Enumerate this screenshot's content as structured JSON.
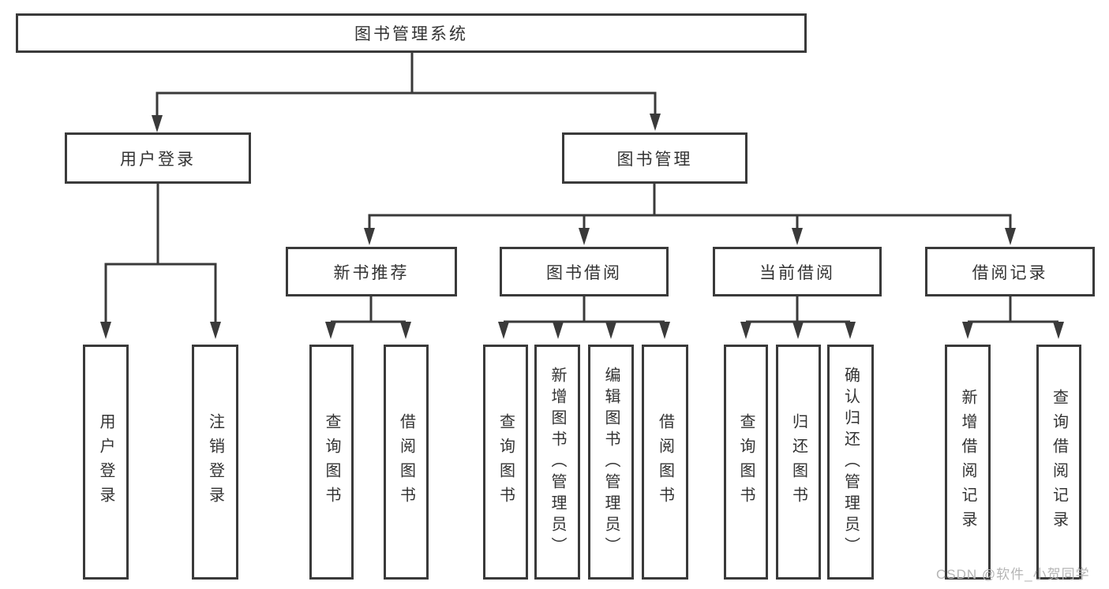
{
  "nodes": {
    "root": "图书管理系统",
    "userLogin": "用户登录",
    "bookMgmt": "图书管理",
    "newBooks": "新书推荐",
    "bookBorrow": "图书借阅",
    "currentBorrow": "当前借阅",
    "borrowRecords": "借阅记录",
    "ul1": "用户登录",
    "ul2": "注销登录",
    "nb1": "查询图书",
    "nb2": "借阅图书",
    "bb1": "查询图书",
    "bb2": "新增图书（管理员）",
    "bb3": "编辑图书（管理员）",
    "bb4": "借阅图书",
    "cb1": "查询图书",
    "cb2": "归还图书",
    "cb3": "确认归还（管理员）",
    "br1": "新增借阅记录",
    "br2": "查询借阅记录"
  },
  "watermark": "CSDN @软件_小贺同学",
  "colors": {
    "line": "#3a3a3a",
    "text": "#333333",
    "watermark": "#b5b5b5",
    "background": "#ffffff"
  }
}
